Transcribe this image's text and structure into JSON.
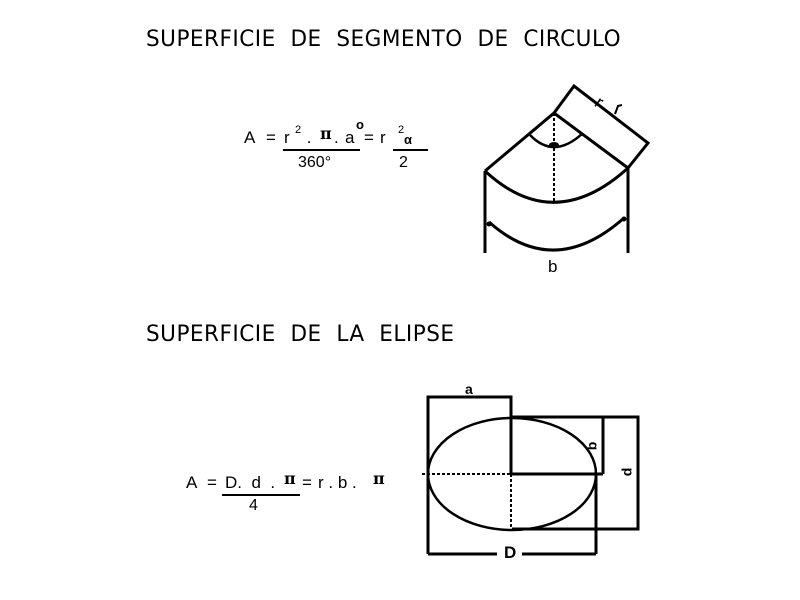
{
  "sections": {
    "segment": {
      "title": "SUPERFICIE  DE  SEGMENTO  DE  CIRCULO",
      "formula": {
        "lhs": "A",
        "eq1": "=",
        "numerator": "r",
        "exp1": "2",
        "dot1": " .",
        "pi": "π",
        "dot2": ".",
        "alpha_var": "a",
        "degree_sym": "o",
        "eq2": "=",
        "rhs_r": "r",
        "exp2": "2",
        "rhs_alpha": "α",
        "denominator1": "360°",
        "denominator2": "2"
      },
      "diagram_labels": {
        "radius": "r",
        "arc": "b"
      }
    },
    "ellipse": {
      "title": "SUPERFICIE  DE  LA  ELIPSE",
      "formula": {
        "lhs": "A",
        "eq1": "=",
        "numerator": "D.  d  .",
        "pi1": "π",
        "eq2": "=",
        "rhs": "r . b .",
        "pi2": "π",
        "denominator": "4"
      },
      "diagram_labels": {
        "semi_a": "a",
        "semi_b": "b",
        "minor_d": "d",
        "major_D": "D"
      }
    }
  }
}
